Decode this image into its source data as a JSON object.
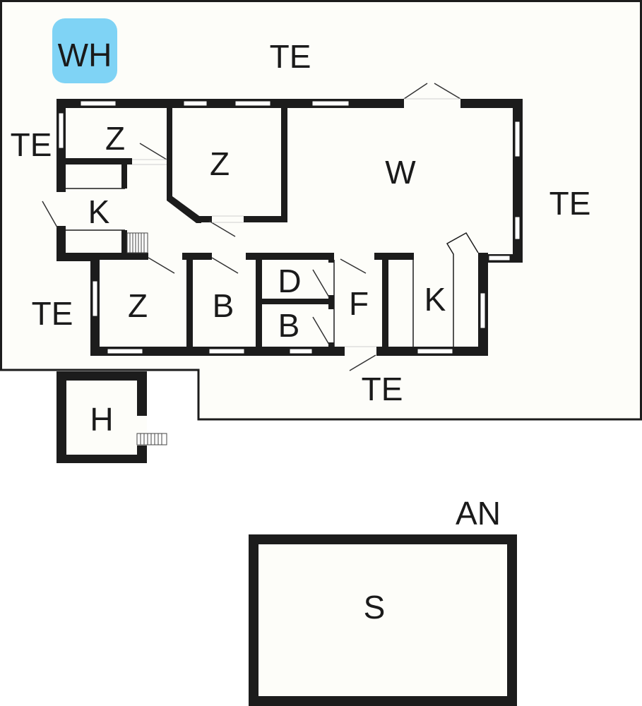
{
  "plan": {
    "colors": {
      "background": "#ffffff",
      "floor": "#fdfdf9",
      "wall": "#1c1c1c",
      "badge": "#7fd3f5",
      "text": "#1a1a1a"
    },
    "badge_label": "WH",
    "labels": {
      "te_top": "TE",
      "te_left_upper": "TE",
      "te_right": "TE",
      "te_left_lower": "TE",
      "te_bottom": "TE",
      "z_small": "Z",
      "z_large": "Z",
      "w_living": "W",
      "k_entry": "K",
      "z_lower": "Z",
      "b_left": "B",
      "d_room": "D",
      "b_small": "B",
      "f_room": "F",
      "k_kitchen": "K",
      "h_building": "H",
      "an_annex": "AN",
      "s_shed": "S"
    }
  }
}
